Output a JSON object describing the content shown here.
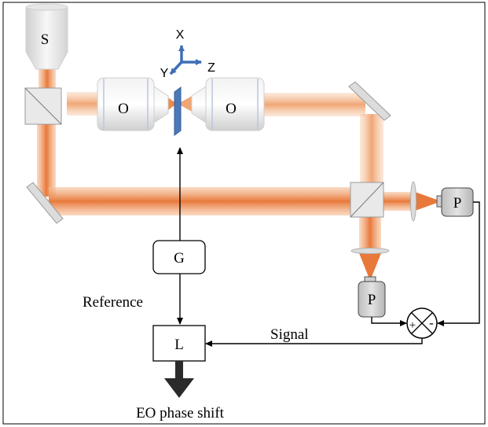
{
  "labels": {
    "source": "S",
    "objective_left": "O",
    "objective_right": "O",
    "generator": "G",
    "lockin": "L",
    "detector_right": "P",
    "detector_bottom": "P",
    "reference": "Reference",
    "signal": "Signal",
    "output": "EO phase shift",
    "plus": "+",
    "minus": "-"
  },
  "axes": {
    "x": "X",
    "y": "Y",
    "z": "Z"
  },
  "colors": {
    "beam": "#e8793a",
    "beam_light": "#f6c19a",
    "sample": "#4a78b8",
    "axis": "#3f6fb5",
    "optics_gray": "#d9d9d9",
    "line": "#000000"
  }
}
